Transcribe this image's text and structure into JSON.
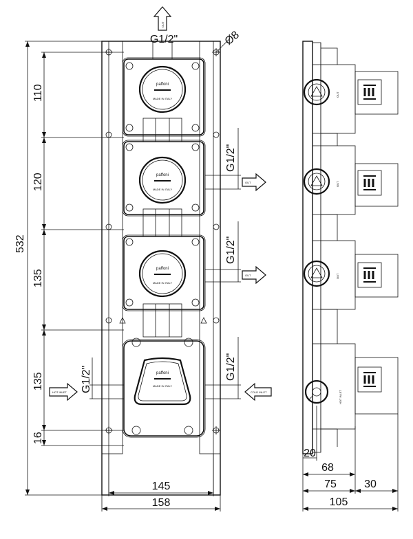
{
  "dimensions": {
    "d110": "110",
    "d120": "120",
    "d135a": "135",
    "d135b": "135",
    "d16": "16",
    "d532": "532",
    "d145": "145",
    "d158": "158",
    "d20": "20",
    "d68": "68",
    "d75": "75",
    "d30": "30",
    "d105": "105",
    "phi8": "Ø8"
  },
  "thread": "G1/2\"",
  "labels": {
    "out": "OUT",
    "hot_inlet": "HOT INLET",
    "cold_inlet": "COLD INLET",
    "brand": "paffoni",
    "made_in_italy": "MADE IN ITALY"
  }
}
